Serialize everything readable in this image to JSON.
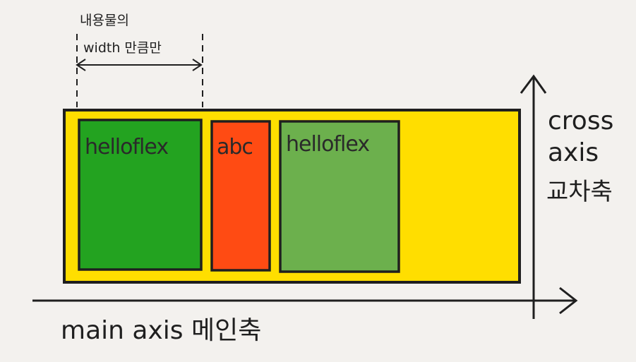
{
  "annotation": {
    "line1": "내용물의",
    "line2": "width 만큼만"
  },
  "items": [
    {
      "label": "helloflex",
      "color": "#23a320"
    },
    {
      "label": "abc",
      "color": "#ff4b13"
    },
    {
      "label": "helloflex",
      "color": "#6cb04d"
    }
  ],
  "container": {
    "color": "#ffde00"
  },
  "cross_axis": {
    "line1": "cross",
    "line2": "axis",
    "line3": "교차축"
  },
  "main_axis": {
    "label": "main axis 메인축"
  }
}
